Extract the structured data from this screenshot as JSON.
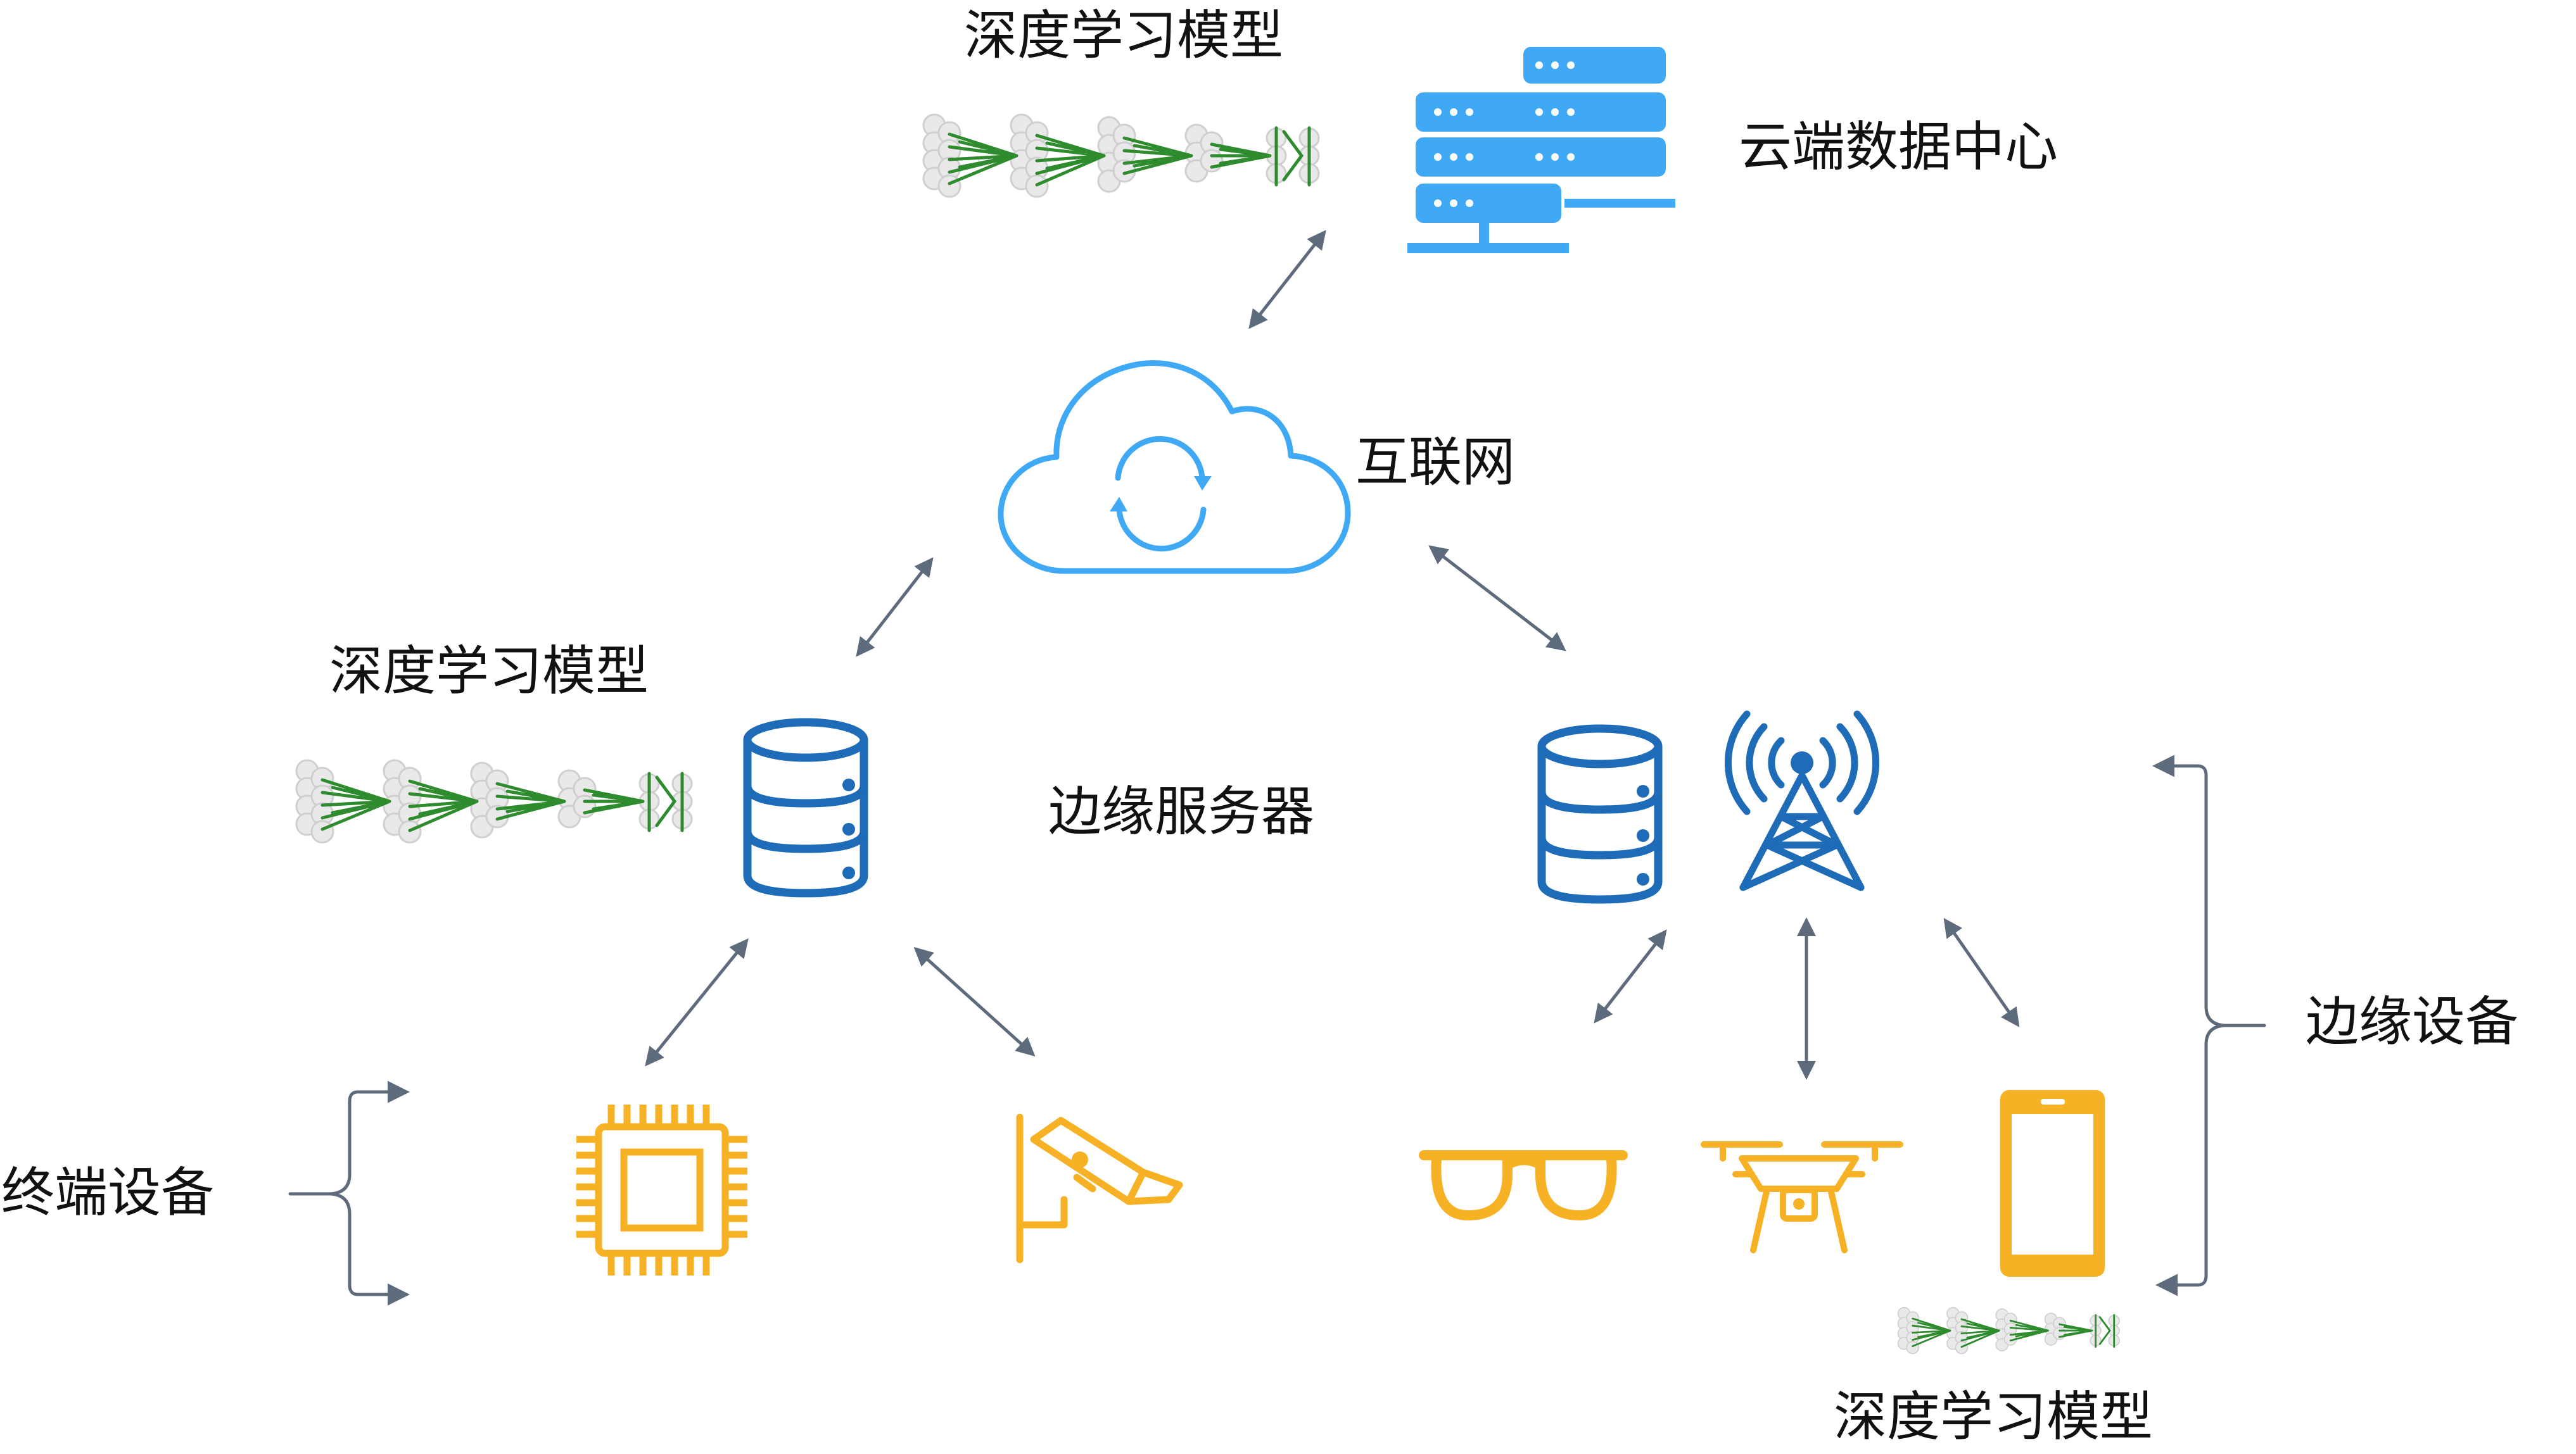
{
  "labels": {
    "dl_model": "深度学习模型",
    "cloud_dc": "云端数据中心",
    "internet": "互联网",
    "edge_server": "边缘服务器",
    "edge_device": "边缘设备",
    "end_device": "终端设备"
  },
  "colors": {
    "cloud_blue": "#3FA9F5",
    "server_blue": "#1E6BB8",
    "device_orange": "#F7B125",
    "arrow_gray": "#5E6B7C",
    "brace_gray": "#5E6B7C",
    "nn_green": "#2E8B2E",
    "nn_gray": "#D4D4D4"
  },
  "icons": {
    "cloud_datacenter": "server-rack-icon",
    "internet": "cloud-sync-icon",
    "edge_server": "database-icon",
    "tower": "cell-tower-icon",
    "chip": "cpu-chip-icon",
    "camera": "cctv-camera-icon",
    "glasses": "smart-glasses-icon",
    "drone": "drone-icon",
    "phone": "smartphone-icon",
    "model": "neural-network-icon"
  }
}
